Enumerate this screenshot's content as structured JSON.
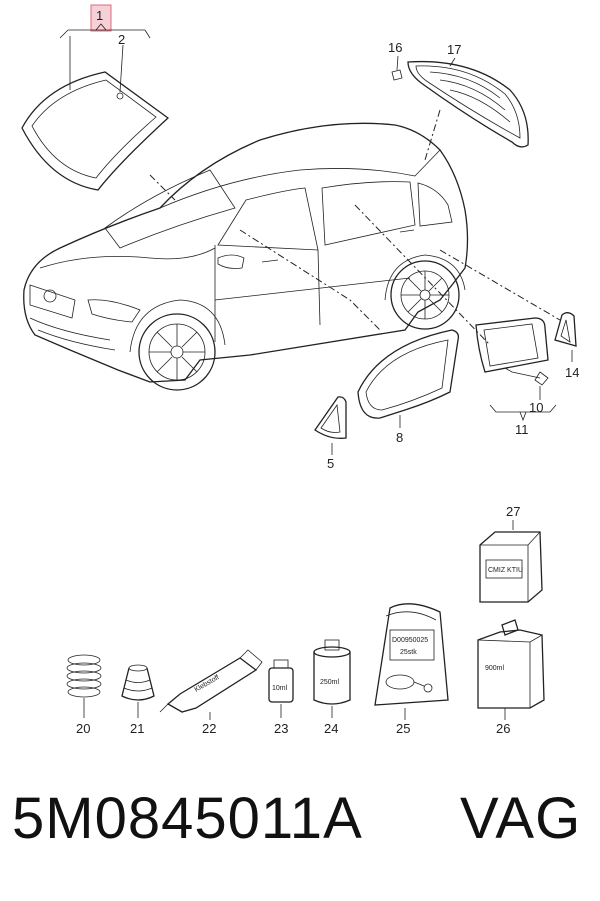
{
  "callouts": {
    "c1": "1",
    "c2": "2",
    "c5": "5",
    "c8": "8",
    "c10": "10",
    "c11": "11",
    "c14": "14",
    "c16": "16",
    "c17": "17",
    "c20": "20",
    "c21": "21",
    "c22": "22",
    "c23": "23",
    "c24": "24",
    "c25": "25",
    "c26": "26",
    "c27": "27"
  },
  "product_text": {
    "tube": "Klebstoff",
    "vial": "10ml",
    "can": "250ml",
    "bag_code": "D00950025",
    "bag_qty": "25stk",
    "bottle": "900ml",
    "box": "CMIZ KTIU"
  },
  "footer": {
    "part_number": "5M0845011A",
    "brand": "VAG"
  },
  "colors": {
    "line": "#222222",
    "highlight_fill": "#f5d0d6",
    "highlight_stroke": "#e06a7a"
  }
}
